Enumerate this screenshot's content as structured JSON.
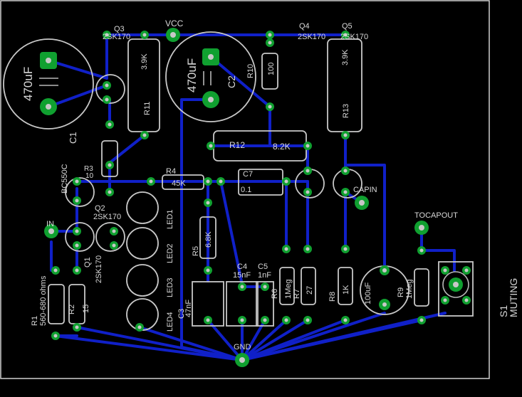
{
  "colors": {
    "background": "#000000",
    "trace": "#1020c8",
    "pad": "#10a030",
    "silkscreen": "#d0d0d0"
  },
  "labels": {
    "vcc": "VCC",
    "q3_name": "Q3",
    "q3_part": "2SK170",
    "q4_name": "Q4",
    "q4_part": "2SK170",
    "q5_name": "Q5",
    "q5_part": "2SK170",
    "c1_value": "470uF",
    "c1_name": "C1",
    "c2_value": "470uF",
    "c2_name": "C2",
    "r11_name": "R11",
    "r11_value": "3.9K",
    "r13_name": "R13",
    "r13_value": "3.9K",
    "r10_name": "R10",
    "r10_value": "100",
    "r12_name": "R12",
    "r12_value": "8.2K",
    "r3_name": "R3",
    "r3_value": "10",
    "bc550c": "BC550C",
    "q2_name": "Q2",
    "q2_part": "2SK170",
    "q1_name": "Q1",
    "q1_part": "2SK170",
    "r4_name": "R4",
    "r4_value": "45K",
    "c7_name": "C7",
    "c7_value": "0.1",
    "capin": "CAPIN",
    "led1": "LED1",
    "led2": "LED2",
    "led3": "LED3",
    "led4": "LED4",
    "in": "IN",
    "r1_name": "R1",
    "r1_value": "560-680 ohms",
    "r2_name": "R2",
    "r2_value": "15",
    "r5_name": "R5",
    "r5_value": "6.8K",
    "c3_name": "C3",
    "c3_value": "47nF",
    "c4_name": "C4",
    "c4_value": "15nF",
    "c5_name": "C5",
    "c5_value": "1nF",
    "r6_name": "R6",
    "r6_value": "1Meg",
    "r7_name": "R7",
    "r7_value": "27",
    "r8_name": "R8",
    "r8_value": "1K",
    "c6_value": "100uF",
    "r9_name": "R9",
    "r9_value": "1Meg",
    "tocapout": "TOCAPOUT",
    "s1_name": "S1",
    "s1_value": "MUTING",
    "gnd": "GND"
  }
}
